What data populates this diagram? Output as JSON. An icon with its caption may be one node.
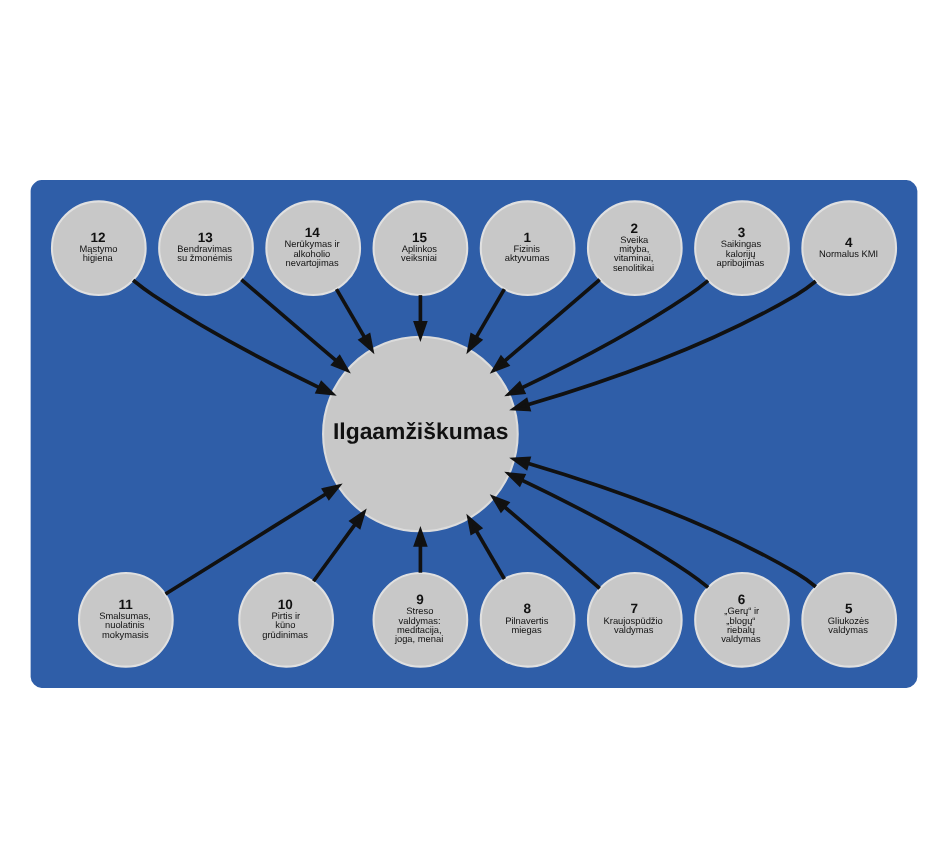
{
  "diagram": {
    "nodes": [
      {
        "text": [],
        "shape": "ellipse"
      },
      {
        "text": [
          "Ilgaamžiškumas"
        ],
        "in": 0
      },
      {
        "text": [
          "1",
          "Fizinis aktyvumas"
        ],
        "in": 0
      },
      {
        "text": [
          "2",
          "Sveika mityba, vitaminai, senolitikai"
        ],
        "in": 0
      },
      {
        "text": [
          "3",
          "Saikingas kalorijų apribojimas"
        ],
        "in": 0
      },
      {
        "text": [
          "4",
          "Normalus KMI"
        ],
        "in": 0
      },
      {
        "text": [
          "5",
          "Gliukozės valdymas"
        ],
        "in": 0
      },
      {
        "text": [
          "6",
          "„Gerų“ ir „blogų“ riebalų valdymas"
        ],
        "in": 0
      },
      {
        "text": [
          "7",
          "Kraujospūdžio valdymas"
        ],
        "in": 0
      },
      {
        "text": [
          "8",
          "Pilnavertis miegas"
        ],
        "in": 0
      },
      {
        "text": [
          "9",
          "Streso valdymas: meditacija, joga, menai"
        ],
        "in": 0
      },
      {
        "text": [
          "10",
          "Pirtis ir kūno grūdinimas"
        ],
        "in": 0
      },
      {
        "text": [
          "11",
          "Smalsumas, nuolatinis mokymasis"
        ],
        "in": 0
      },
      {
        "text": [
          "12",
          "Mąstymo higiena"
        ],
        "in": 0
      },
      {
        "text": [
          "13",
          "Bendravimas su žmonėmis"
        ],
        "in": 0
      },
      {
        "text": [
          "14",
          "Nerūkymas ir alkoholio nevartojimas"
        ],
        "in": 0
      },
      {
        "text": [
          "15",
          "Aplinkos veiksniai"
        ],
        "in": 0
      }
    ],
    "edges": [
      {
        "from": 2,
        "to": 1,
        "arrow": "to"
      },
      {
        "from": 3,
        "to": 1,
        "arrow": "to"
      },
      {
        "from": 4,
        "to": 1,
        "arrow": "to"
      },
      {
        "from": 5,
        "to": 1,
        "arrow": "to"
      },
      {
        "from": 6,
        "to": 1,
        "arrow": "to"
      },
      {
        "from": 7,
        "to": 1,
        "arrow": "to"
      },
      {
        "from": 8,
        "to": 1,
        "arrow": "to"
      },
      {
        "from": 9,
        "to": 1,
        "arrow": "to"
      },
      {
        "from": 10,
        "to": 1,
        "arrow": "to"
      },
      {
        "from": 11,
        "to": 1,
        "arrow": "to"
      },
      {
        "from": 12,
        "to": 1,
        "arrow": "to"
      },
      {
        "from": 13,
        "to": 1,
        "arrow": "to"
      },
      {
        "from": 14,
        "to": 1,
        "arrow": "to"
      },
      {
        "from": 15,
        "to": 1,
        "arrow": "to"
      },
      {
        "from": 16,
        "to": 1,
        "arrow": "to"
      }
    ]
  }
}
